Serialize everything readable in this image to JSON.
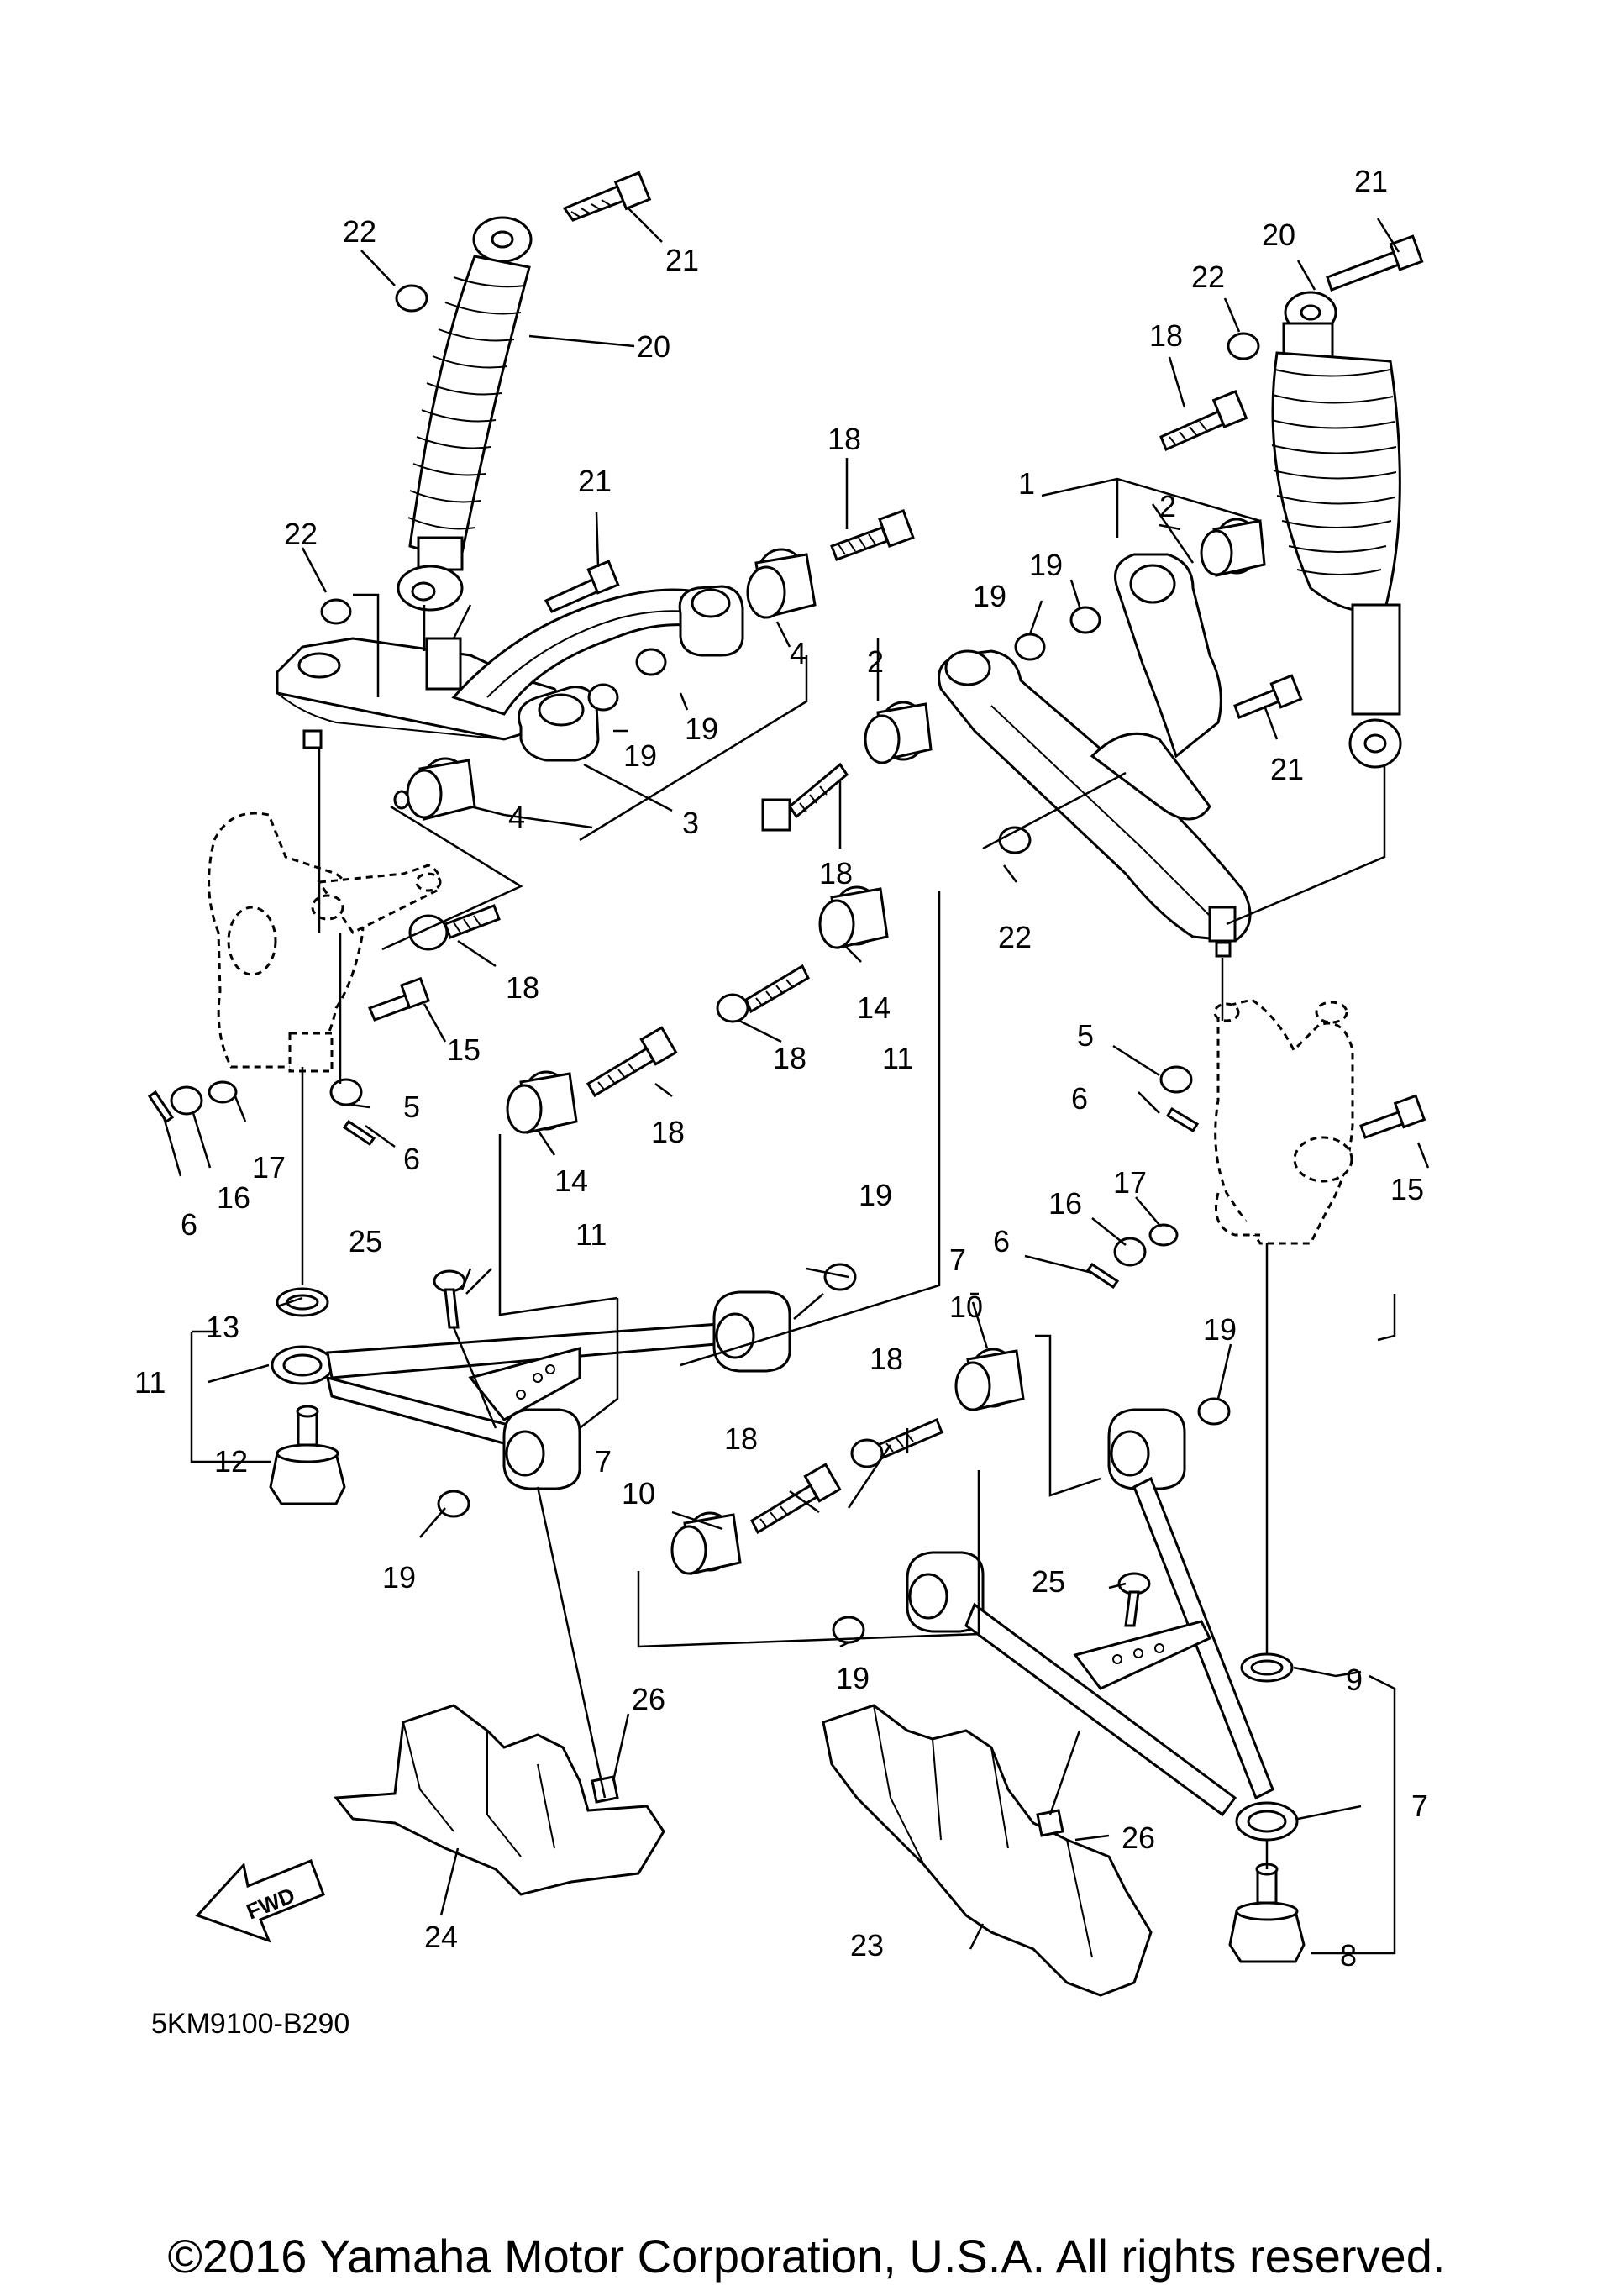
{
  "diagram": {
    "drawing_code": "5KM9100-B290",
    "copyright": "©2016 Yamaha Motor Corporation, U.S.A. All rights reserved.",
    "fwd_label": "FWD",
    "callouts": [
      {
        "id": "c22a",
        "text": "22"
      },
      {
        "id": "c21a",
        "text": "21"
      },
      {
        "id": "c20a",
        "text": "20"
      },
      {
        "id": "c21b",
        "text": "21"
      },
      {
        "id": "c22b",
        "text": "22"
      },
      {
        "id": "c18a",
        "text": "18"
      },
      {
        "id": "c4a",
        "text": "4"
      },
      {
        "id": "c19a",
        "text": "19"
      },
      {
        "id": "c19b",
        "text": "19"
      },
      {
        "id": "c3",
        "text": "3"
      },
      {
        "id": "c4b",
        "text": "4"
      },
      {
        "id": "c18b",
        "text": "18"
      },
      {
        "id": "c15a",
        "text": "15"
      },
      {
        "id": "c5a",
        "text": "5"
      },
      {
        "id": "c6a",
        "text": "6"
      },
      {
        "id": "c17a",
        "text": "17"
      },
      {
        "id": "c16a",
        "text": "16"
      },
      {
        "id": "c6b",
        "text": "6"
      },
      {
        "id": "c18c",
        "text": "18"
      },
      {
        "id": "c14a",
        "text": "14"
      },
      {
        "id": "c11a",
        "text": "11"
      },
      {
        "id": "c18d",
        "text": "18"
      },
      {
        "id": "c14b",
        "text": "14"
      },
      {
        "id": "c11b",
        "text": "11"
      },
      {
        "id": "c25a",
        "text": "25"
      },
      {
        "id": "c13",
        "text": "13"
      },
      {
        "id": "c11c",
        "text": "11"
      },
      {
        "id": "c12",
        "text": "12"
      },
      {
        "id": "c19c",
        "text": "19"
      },
      {
        "id": "c19d",
        "text": "19"
      },
      {
        "id": "c18e",
        "text": "18"
      },
      {
        "id": "c7a",
        "text": "7"
      },
      {
        "id": "c10a",
        "text": "10"
      },
      {
        "id": "c26a",
        "text": "26"
      },
      {
        "id": "c24",
        "text": "24"
      },
      {
        "id": "c21c",
        "text": "21"
      },
      {
        "id": "c20b",
        "text": "20"
      },
      {
        "id": "c22c",
        "text": "22"
      },
      {
        "id": "c18f",
        "text": "18"
      },
      {
        "id": "c1",
        "text": "1"
      },
      {
        "id": "c2a",
        "text": "2"
      },
      {
        "id": "c19e",
        "text": "19"
      },
      {
        "id": "c19f",
        "text": "19"
      },
      {
        "id": "c2b",
        "text": "2"
      },
      {
        "id": "c21d",
        "text": "21"
      },
      {
        "id": "c18g",
        "text": "18"
      },
      {
        "id": "c22d",
        "text": "22"
      },
      {
        "id": "c5b",
        "text": "5"
      },
      {
        "id": "c6c",
        "text": "6"
      },
      {
        "id": "c15b",
        "text": "15"
      },
      {
        "id": "c17b",
        "text": "17"
      },
      {
        "id": "c16b",
        "text": "16"
      },
      {
        "id": "c6d",
        "text": "6"
      },
      {
        "id": "c7b",
        "text": "7"
      },
      {
        "id": "c10b",
        "text": "10"
      },
      {
        "id": "c18h",
        "text": "18"
      },
      {
        "id": "c19g",
        "text": "19"
      },
      {
        "id": "c25b",
        "text": "25"
      },
      {
        "id": "c19h",
        "text": "19"
      },
      {
        "id": "c9",
        "text": "9"
      },
      {
        "id": "c7c",
        "text": "7"
      },
      {
        "id": "c26b",
        "text": "26"
      },
      {
        "id": "c23",
        "text": "23"
      },
      {
        "id": "c8",
        "text": "8"
      }
    ]
  }
}
